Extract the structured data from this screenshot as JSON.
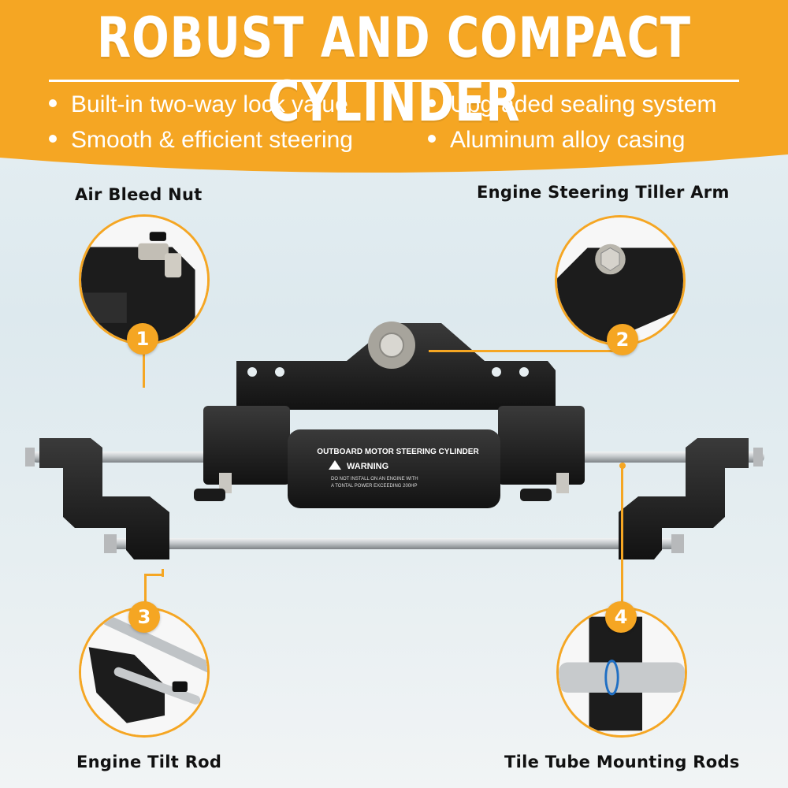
{
  "title": "ROBUST AND COMPACT CYLINDER",
  "features": [
    "Built-in two-way lock value",
    "Upgraded sealing system",
    "Smooth & efficient steering",
    "Aluminum alloy casing"
  ],
  "callouts": [
    {
      "number": "1",
      "label": "Air Bleed Nut"
    },
    {
      "number": "2",
      "label": "Engine Steering Tiller Arm"
    },
    {
      "number": "3",
      "label": "Engine Tilt Rod"
    },
    {
      "number": "4",
      "label": "Tile Tube Mounting Rods"
    }
  ],
  "cylinder_text": {
    "heading": "OUTBOARD MOTOR STEERING CYLINDER",
    "warning": "WARNING",
    "note_line1": "DO NOT INSTALL ON AN ENGINE WITH",
    "note_line2": "A TONTAL POWER EXCEEDING 200HP"
  },
  "colors": {
    "accent": "#f5a623",
    "dark": "#1b1b1b",
    "steel": "#bfc3c6"
  }
}
